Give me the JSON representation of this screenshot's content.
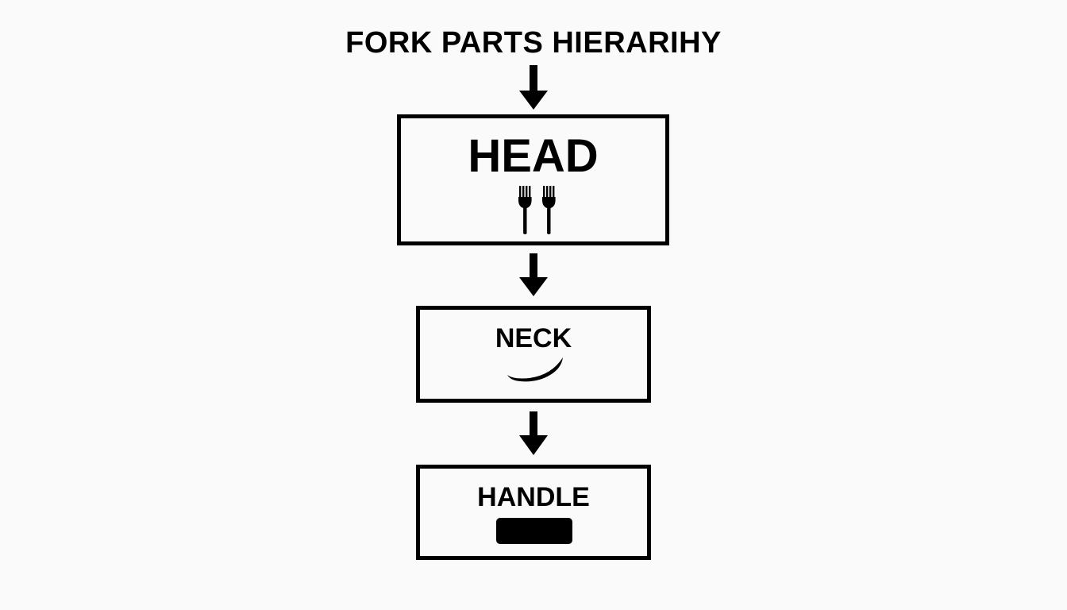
{
  "diagram": {
    "title": "FORK PARTS HIERARIHY",
    "nodes": [
      {
        "id": "head",
        "label": "HEAD",
        "icon": "fork-icon"
      },
      {
        "id": "neck",
        "label": "NECK",
        "icon": "curve-icon"
      },
      {
        "id": "handle",
        "label": "HANDLE",
        "icon": "handle-bar-icon"
      }
    ],
    "edges": [
      {
        "from": "title",
        "to": "head"
      },
      {
        "from": "head",
        "to": "neck"
      },
      {
        "from": "neck",
        "to": "handle"
      }
    ],
    "colors": {
      "line": "#000000",
      "background": "#fafafa"
    }
  }
}
